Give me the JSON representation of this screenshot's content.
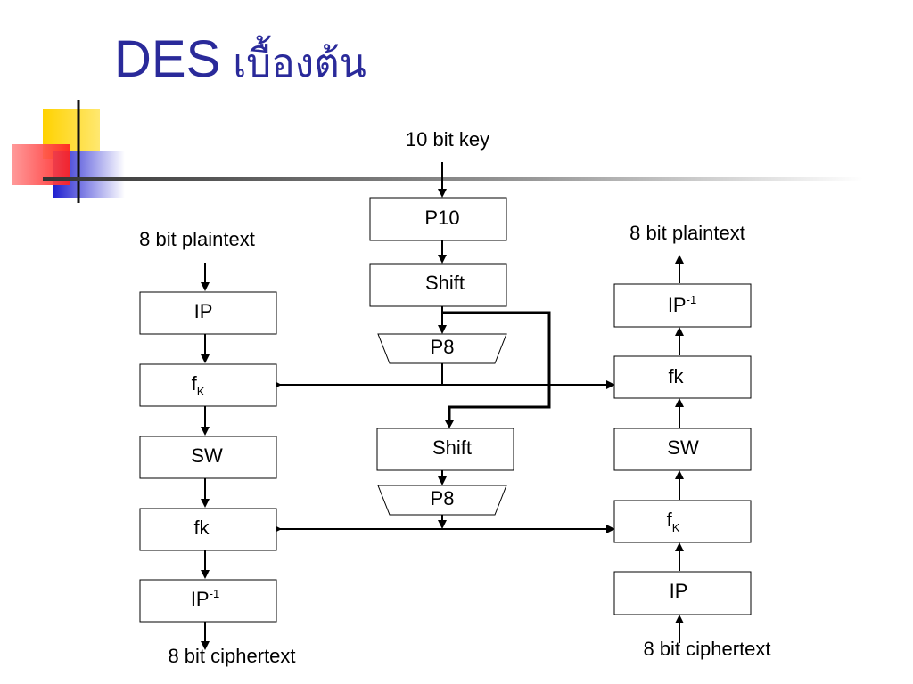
{
  "slide": {
    "title_latin": "DES",
    "title_thai": "เบื้องต้น",
    "accent_colors": {
      "yellow": "#ffd200",
      "red": "#ff4040",
      "blue": "#2d2dd6",
      "title": "#2a2a9a"
    }
  },
  "key_path": {
    "input_label": "10 bit key",
    "p10": "P10",
    "shift1": "Shift",
    "p8_1": "P8",
    "shift2": "Shift",
    "p8_2": "P8"
  },
  "encryption": {
    "input_label": "8 bit plaintext",
    "ip": "IP",
    "fk1": "f",
    "fk1_sub": "K",
    "sw": "SW",
    "fk2": "fk",
    "ip_inv": "IP",
    "ip_inv_sup": "-1",
    "output_label": "8 bit ciphertext"
  },
  "decryption": {
    "output_label": "8 bit plaintext",
    "ip_inv": "IP",
    "ip_inv_sup": "-1",
    "fk1": "fk",
    "sw": "SW",
    "fk2": "f",
    "fk2_sub": "K",
    "ip": "IP",
    "input_label": "8 bit ciphertext"
  }
}
